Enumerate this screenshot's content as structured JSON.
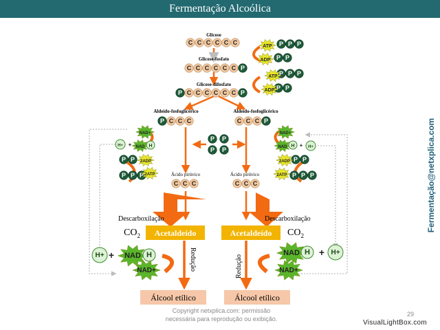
{
  "title": "Fermentação Alcoólica",
  "side_label": "Fermentação@netxplica.com",
  "page_number": "29",
  "copyright": [
    "Copyright netxplica.com: permissão",
    "necessária para reprodução ou exibição."
  ],
  "watermark": "VisualLightBox.com",
  "labels": {
    "glicose": "Glicose",
    "glicose_fosfato": "Glicose-fosfato",
    "glicose_difosfato": "Glicose-difosfato",
    "aldeido": "Aldeído-fosfoglicérico",
    "acido": "Ácido pirúvico",
    "descarboxilacao": "Descarboxilação",
    "co2": "CO",
    "co2_sub": "2",
    "acetaldeido": "Acetaldeído",
    "reducao": "Redução",
    "alcool": "Álcool etílico"
  },
  "molecules": {
    "c": "C",
    "p": "P",
    "atp": "ATP",
    "adp": "ADP",
    "nad_plus": "NAD+",
    "nad": "NAD",
    "h": "H",
    "h_plus": "H+",
    "plus": "+",
    "two_adp": "2ADP",
    "two_atp": "2ATP"
  },
  "colors": {
    "title_bg": "#226970",
    "arrow": "#f26a12",
    "carbon": "#f2c9a1",
    "phosphate": "#1f5c3a",
    "atp_star": "#e8e62a",
    "nad_star": "#5ab52a",
    "acetaldeido_box": "#f2b400",
    "alcool_box": "#f6c7a8"
  }
}
